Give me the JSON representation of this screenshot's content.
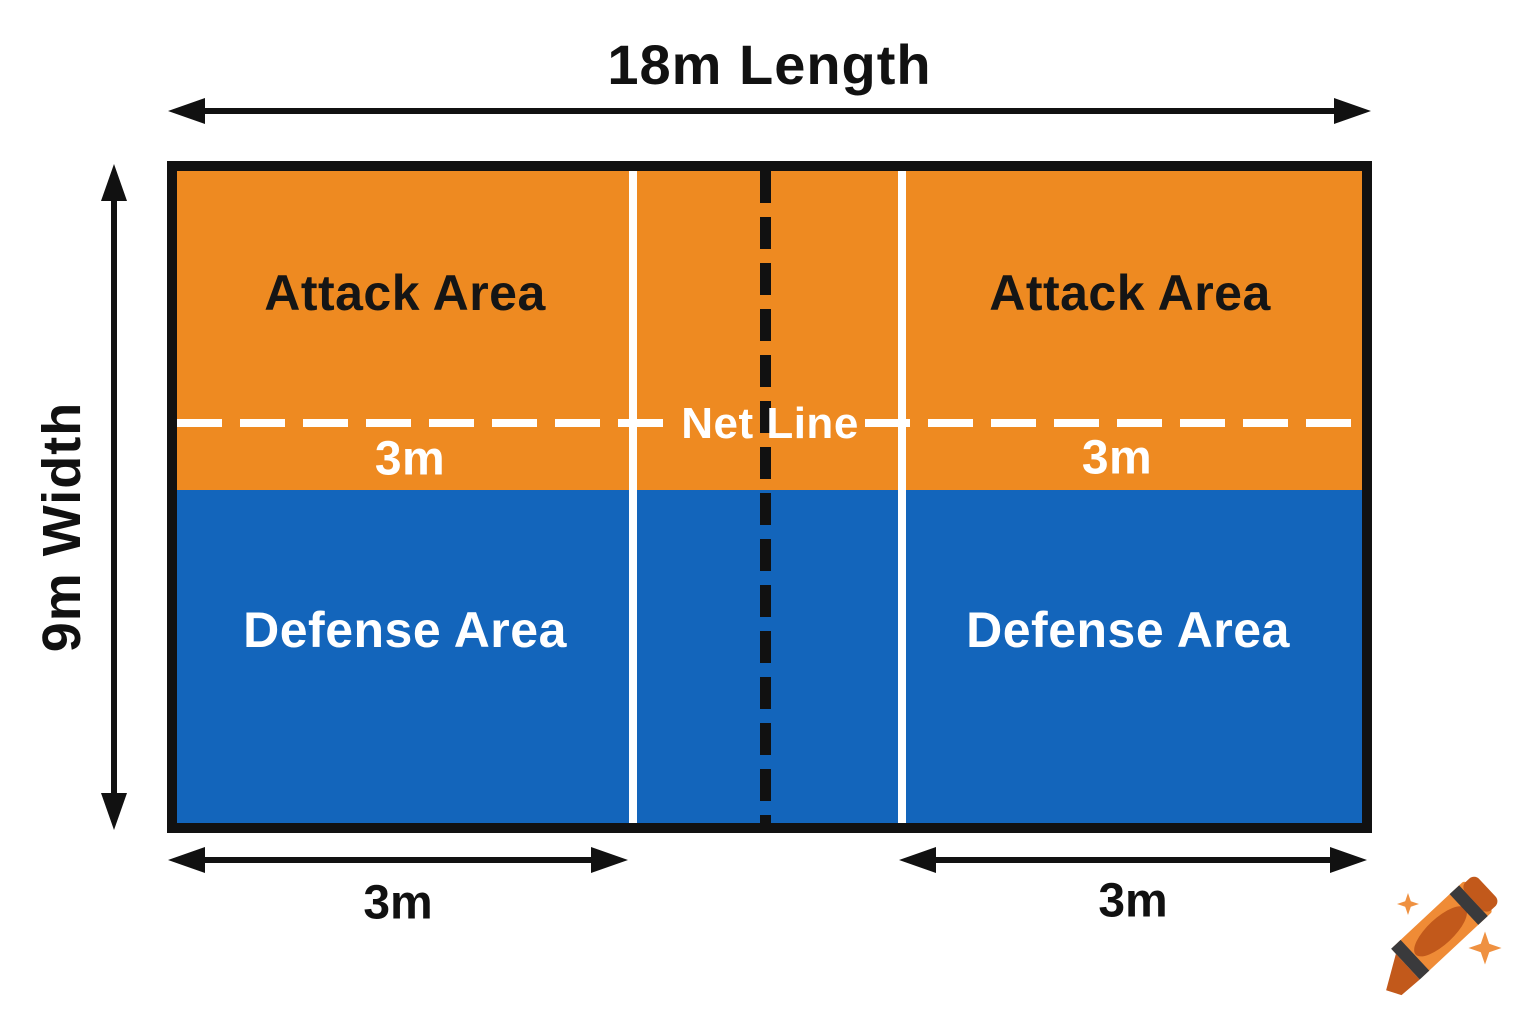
{
  "dimensions": {
    "length_label": "18m Length",
    "width_label": "9m Width",
    "bottom_left_label": "3m",
    "bottom_right_label": "3m"
  },
  "court": {
    "net_label": "Net Line",
    "left_half": {
      "attack_label": "Attack Area",
      "attack_depth_label": "3m",
      "defense_label": "Defense Area"
    },
    "right_half": {
      "attack_label": "Attack Area",
      "attack_depth_label": "3m",
      "defense_label": "Defense Area"
    }
  },
  "colors": {
    "attack_orange": "#EE8A21",
    "defense_blue": "#1365BB",
    "line_black": "#111111",
    "line_white": "#FFFFFF",
    "crayon_orange": "#EF8B36",
    "crayon_dark": "#C2591B",
    "crayon_stripe": "#3A3A3C",
    "sparkle_orange": "#EF9141"
  },
  "icons": {
    "crayon": "crayon-icon"
  }
}
